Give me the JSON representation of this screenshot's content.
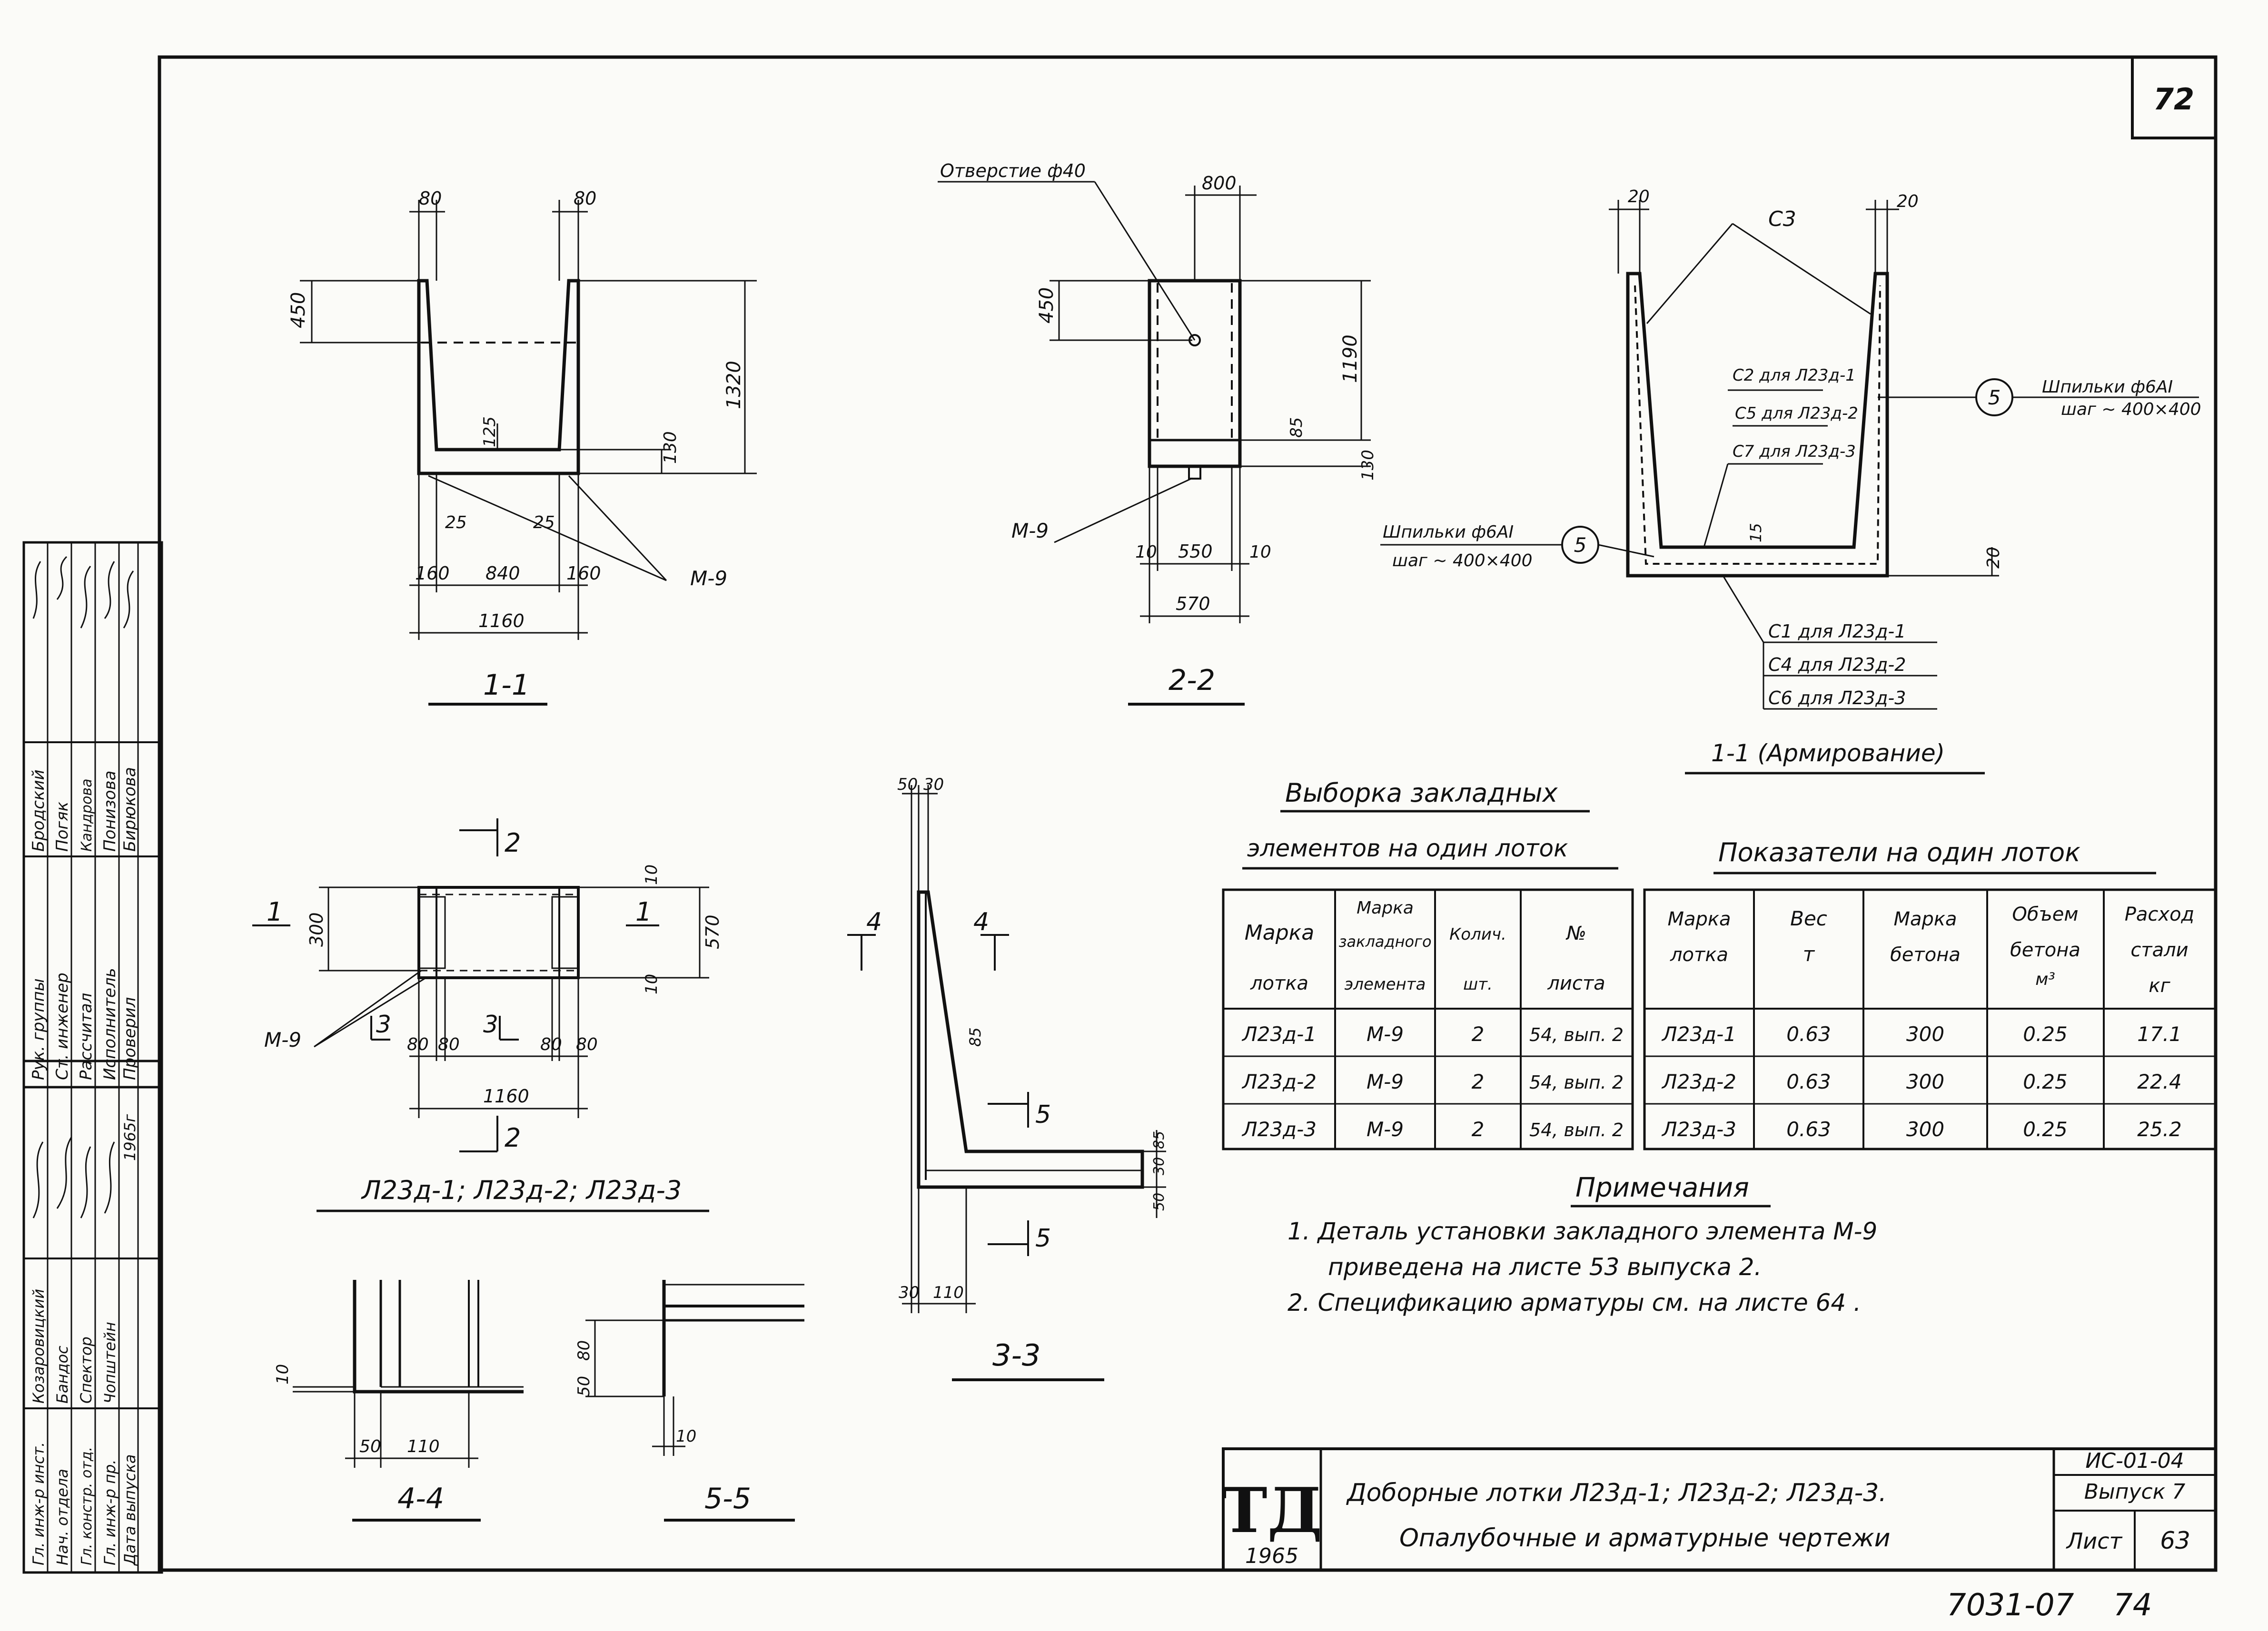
{
  "sheet": {
    "corner_number": "72",
    "footer_left": "7031-07",
    "footer_right": "74"
  },
  "views": {
    "v11": {
      "title": "1-1",
      "dims_top": [
        "80",
        "80"
      ],
      "dim_450": "450",
      "dim_1320": "1320",
      "dim_125": "125",
      "dim_130": "130",
      "dims_25": [
        "25",
        "25"
      ],
      "dims_bottom": [
        "160",
        "840",
        "160"
      ],
      "dim_total": "1160",
      "label_m9": "М-9"
    },
    "v22": {
      "title": "2-2",
      "hole_label": "Отверстие ф40",
      "dim_800": "800",
      "dim_450": "450",
      "dim_1190": "1190",
      "dim_85": "85",
      "dim_130": "130",
      "label_m9": "М-9",
      "dims_bottom": [
        "10",
        "550",
        "10"
      ],
      "dim_total": "570"
    },
    "armir": {
      "title": "1-1 (Армирование)",
      "dims_20": [
        "20",
        "20",
        "20"
      ],
      "dim_15": "15",
      "c3": "С3",
      "c_side": [
        "С2 для Л23д-1",
        "С5 для Л23д-2",
        "С7 для Л23д-3"
      ],
      "c_bottom": [
        "С1 для Л23д-1",
        "С4 для Л23д-2",
        "С6 для Л23д-3"
      ],
      "pos5": "5",
      "pin_right": [
        "Шпильки ф6AI",
        "шаг ~ 400×400"
      ],
      "pin_left": [
        "Шпильки ф6AI",
        "шаг ~ 400×400"
      ]
    },
    "plan": {
      "title": "Л23д-1; Л23д-2; Л23д-3",
      "cut1": "1",
      "cut2": "2",
      "cut3": "3",
      "dim_300": "300",
      "dim_570": "570",
      "dims_10": [
        "10",
        "10"
      ],
      "dims_80": [
        "80",
        "80",
        "80",
        "80"
      ],
      "dim_total": "1160",
      "label_m9": "М-9"
    },
    "v33": {
      "title": "3-3",
      "dims_top": [
        "50",
        "30"
      ],
      "cut4": "4",
      "cut5": "5",
      "dim_85": "85",
      "dims_right": [
        "85",
        "30",
        "50"
      ],
      "dims_bottom": [
        "30",
        "110"
      ]
    },
    "v44": {
      "title": "4-4",
      "dim_10": "10",
      "dims_bottom": [
        "50",
        "110"
      ]
    },
    "v55": {
      "title": "5-5",
      "dims_left": [
        "50",
        "80"
      ],
      "dim_10": "10"
    }
  },
  "embedded_table": {
    "title_1": "Выборка закладных",
    "title_2": "элементов на один лоток",
    "headers": [
      [
        "Марка",
        "лотка"
      ],
      [
        "Марка",
        "закладного",
        "элемента"
      ],
      [
        "Колич.",
        "шт."
      ],
      [
        "№",
        "листа"
      ]
    ],
    "rows": [
      [
        "Л23д-1",
        "М-9",
        "2",
        "54, вып. 2"
      ],
      [
        "Л23д-2",
        "М-9",
        "2",
        "54, вып. 2"
      ],
      [
        "Л23д-3",
        "М-9",
        "2",
        "54, вып. 2"
      ]
    ]
  },
  "indicators_table": {
    "title": "Показатели на один лоток",
    "headers": [
      [
        "Марка",
        "лотка"
      ],
      [
        "Вес",
        "т"
      ],
      [
        "Марка",
        "бетона"
      ],
      [
        "Объем",
        "бетона",
        "м³"
      ],
      [
        "Расход",
        "стали",
        "кг"
      ]
    ],
    "rows": [
      [
        "Л23д-1",
        "0.63",
        "300",
        "0.25",
        "17.1"
      ],
      [
        "Л23д-2",
        "0.63",
        "300",
        "0.25",
        "22.4"
      ],
      [
        "Л23д-3",
        "0.63",
        "300",
        "0.25",
        "25.2"
      ]
    ]
  },
  "notes": {
    "title": "Примечания",
    "lines": [
      "1. Деталь установки закладного элемента М-9",
      "приведена на листе 53 выпуска 2.",
      "2. Спецификацию арматуры см. на листе 64 ."
    ]
  },
  "title_block": {
    "logo": "ТД",
    "year": "1965",
    "name_1": "Доборные лотки Л23д-1; Л23д-2; Л23д-3.",
    "name_2": "Опалубочные и арматурные чертежи",
    "code": "ИС-01-04",
    "issue": "Выпуск 7",
    "sheet_label": "Лист",
    "sheet_no": "63"
  },
  "stamp": {
    "upper_roles": [
      "Рук. группы",
      "Ст. инженер",
      "Рассчитал",
      "Исполнитель",
      "Проверил"
    ],
    "upper_names": [
      "Бродский",
      "Погяк",
      "Кандрова",
      "Понизова",
      "Бирюкова"
    ],
    "lower_roles": [
      "Гл. инж-р инст.",
      "Нач. отдела",
      "Гл. констр. отд.",
      "Гл. инж-р пр.",
      "Дата выпуска"
    ],
    "lower_names": [
      "Козаровицкий",
      "Бандос",
      "Спектор",
      "Чопштейн",
      "1965г"
    ]
  }
}
